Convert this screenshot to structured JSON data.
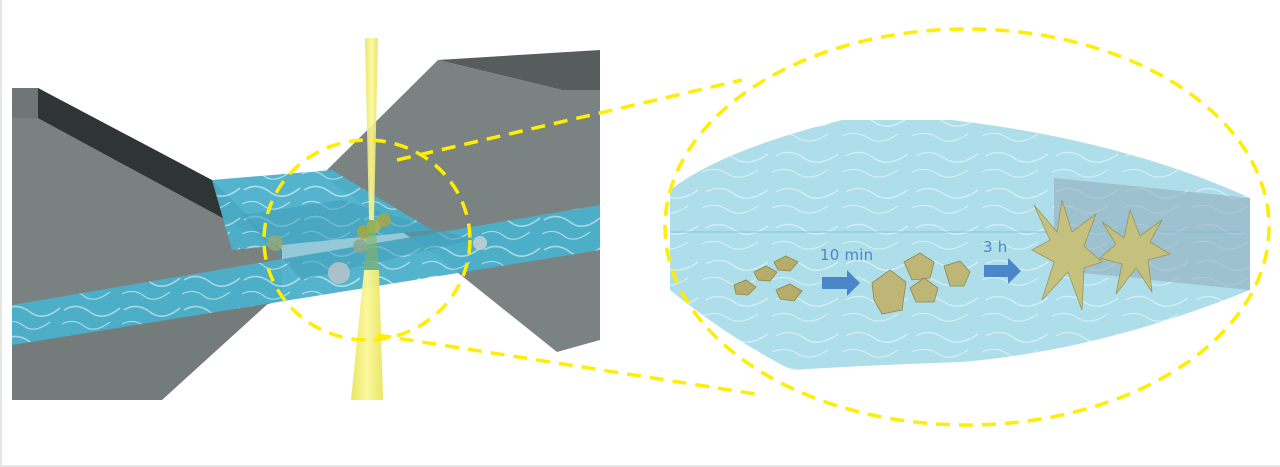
{
  "figure": {
    "left_panel": {
      "description": "3D microfluidic channel between two gray blocks with a yellow laser beam and particles in water",
      "colors": {
        "block_light": "#7b8382",
        "block_dark": "#353b3a",
        "water": "#4fb3cf",
        "laser": "#f5f06a",
        "highlight_dash": "#ffee00"
      }
    },
    "right_panel": {
      "description": "Magnified droplet showing crystal growth over time",
      "step1_label": "10 min",
      "step2_label": "3 h",
      "colors": {
        "droplet": "#a8dbe8",
        "crystals": "#c8c07a",
        "arrow": "#4a86c8"
      }
    }
  }
}
